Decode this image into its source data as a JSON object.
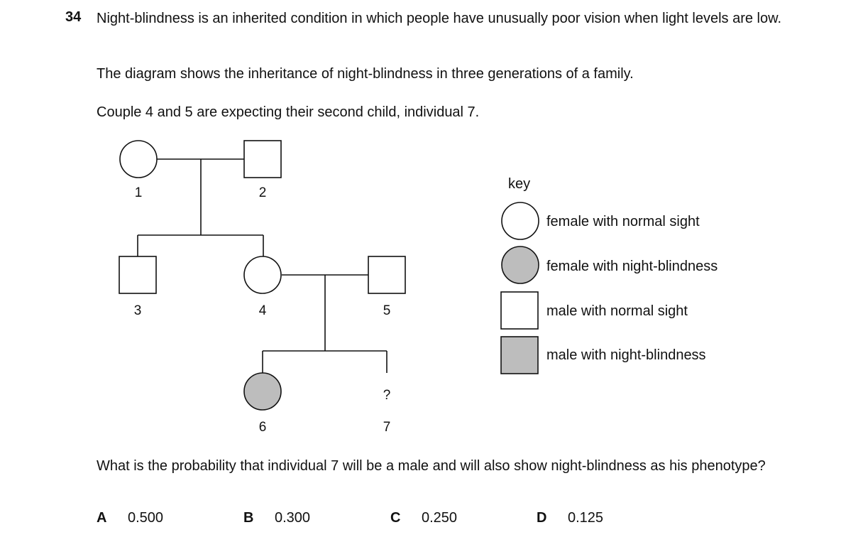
{
  "question": {
    "number": "34",
    "stem": "Night-blindness is an inherited condition in which people have unusually poor vision when light levels are low.",
    "paragraph1": "The diagram shows the inheritance of night-blindness in three generations of a family.",
    "paragraph2": "Couple 4 and 5 are expecting their second child, individual 7.",
    "prompt": "What is the probability that individual 7 will be a male and will also show night-blindness as his phenotype?"
  },
  "pedigree": {
    "individuals": [
      {
        "id": "1",
        "sex": "female",
        "phenotype": "normal sight"
      },
      {
        "id": "2",
        "sex": "male",
        "phenotype": "normal sight"
      },
      {
        "id": "3",
        "sex": "male",
        "phenotype": "normal sight"
      },
      {
        "id": "4",
        "sex": "female",
        "phenotype": "normal sight"
      },
      {
        "id": "5",
        "sex": "male",
        "phenotype": "normal sight"
      },
      {
        "id": "6",
        "sex": "female",
        "phenotype": "night-blindness"
      },
      {
        "id": "7",
        "sex": "unknown",
        "phenotype": "unknown"
      }
    ],
    "labels": {
      "i1": "1",
      "i2": "2",
      "i3": "3",
      "i4": "4",
      "i5": "5",
      "i6": "6",
      "i7": "7",
      "unknown_mark": "?"
    },
    "affected_fill": "#bdbdbd",
    "normal_fill": "#ffffff"
  },
  "key": {
    "title": "key",
    "items": [
      {
        "label": "female with normal sight"
      },
      {
        "label": "female with night-blindness"
      },
      {
        "label": "male with normal sight"
      },
      {
        "label": "male with night-blindness"
      }
    ]
  },
  "options": [
    {
      "letter": "A",
      "value": "0.500"
    },
    {
      "letter": "B",
      "value": "0.300"
    },
    {
      "letter": "C",
      "value": "0.250"
    },
    {
      "letter": "D",
      "value": "0.125"
    }
  ]
}
